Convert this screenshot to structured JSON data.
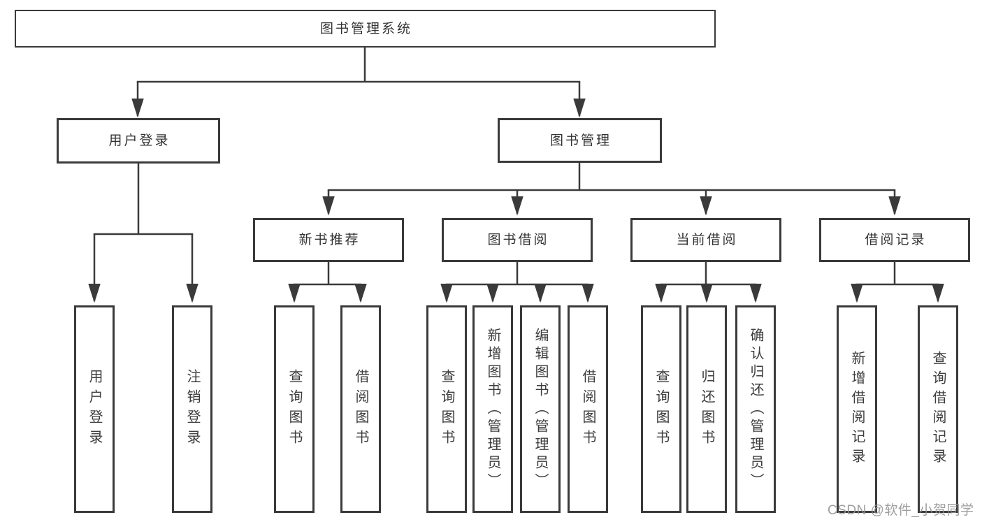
{
  "tree": {
    "label": "图书管理系统",
    "children": [
      {
        "label": "用户登录",
        "children": [
          {
            "label": "用户登录"
          },
          {
            "label": "注销登录"
          }
        ]
      },
      {
        "label": "图书管理",
        "children": [
          {
            "label": "新书推荐",
            "children": [
              {
                "label": "查询图书"
              },
              {
                "label": "借阅图书"
              }
            ]
          },
          {
            "label": "图书借阅",
            "children": [
              {
                "label": "查询图书"
              },
              {
                "label": "新增图书（管理员）"
              },
              {
                "label": "编辑图书（管理员）"
              },
              {
                "label": "借阅图书"
              }
            ]
          },
          {
            "label": "当前借阅",
            "children": [
              {
                "label": "查询图书"
              },
              {
                "label": "归还图书"
              },
              {
                "label": "确认归还（管理员）"
              }
            ]
          },
          {
            "label": "借阅记录",
            "children": [
              {
                "label": "新增借阅记录"
              },
              {
                "label": "查询借阅记录"
              }
            ]
          }
        ]
      }
    ]
  },
  "watermark": "CSDN @软件_小贺同学",
  "colors": {
    "line": "#3a3a3a",
    "box_border": "#3a3a3a",
    "text": "#333333",
    "watermark": "#949494",
    "background": "#ffffff"
  }
}
